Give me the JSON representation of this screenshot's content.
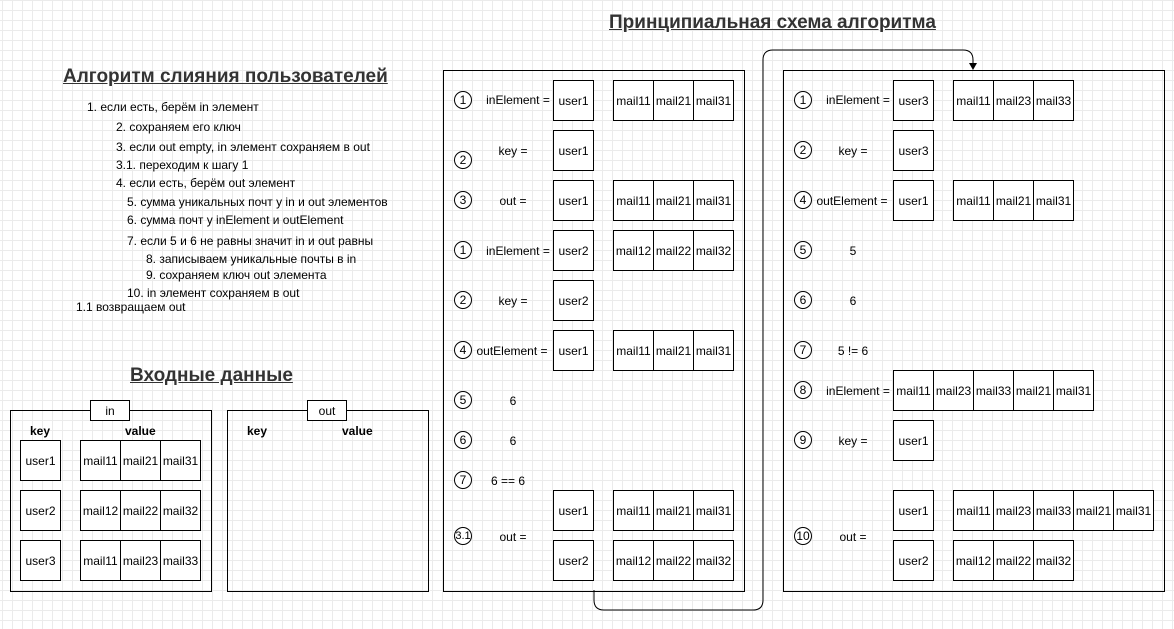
{
  "main_title": "Принципиальная схема алгоритма",
  "algorithm": {
    "title": "Алгоритм слияния пользователей",
    "steps": [
      "1. если есть, берём in элемент",
      "2. сохраняем его ключ",
      "3. если out empty, in элемент сохраняем в out",
      "3.1. переходим к шагу 1",
      "4. если есть, берём out элемент",
      "5. сумма уникальных почт у in и out элементов",
      "6. сумма почт у inElement и outElement",
      "7. если 5 и 6 не равны значит in и out равны",
      "8. записываем уникальные почты в in",
      "9. сохраняем ключ out элемента",
      "10. in элемент сохраняем в out",
      "1.1 возвращаем out"
    ]
  },
  "input": {
    "title": "Входные данные",
    "in_label": "in",
    "out_label": "out",
    "key_header": "key",
    "value_header": "value",
    "rows": [
      {
        "key": "user1",
        "mails": [
          "mail11",
          "mail21",
          "mail31"
        ]
      },
      {
        "key": "user2",
        "mails": [
          "mail12",
          "mail22",
          "mail32"
        ]
      },
      {
        "key": "user3",
        "mails": [
          "mail11",
          "mail23",
          "mail33"
        ]
      }
    ]
  },
  "scheme1": {
    "r1": {
      "n": "1",
      "label": "inElement =",
      "key": "user1",
      "mails": [
        "mail11",
        "mail21",
        "mail31"
      ]
    },
    "r2": {
      "n": "2",
      "label": "key =",
      "key": "user1"
    },
    "r3": {
      "n": "3",
      "label": "out =",
      "key": "user1",
      "mails": [
        "mail11",
        "mail21",
        "mail31"
      ]
    },
    "r4": {
      "n": "1",
      "label": "inElement =",
      "key": "user2",
      "mails": [
        "mail12",
        "mail22",
        "mail32"
      ]
    },
    "r5": {
      "n": "2",
      "label": "key =",
      "key": "user2"
    },
    "r6": {
      "n": "4",
      "label": "outElement =",
      "key": "user1",
      "mails": [
        "mail11",
        "mail21",
        "mail31"
      ]
    },
    "r7": {
      "n": "5",
      "value": "6"
    },
    "r8": {
      "n": "6",
      "value": "6"
    },
    "r9": {
      "n": "7",
      "value": "6 == 6"
    },
    "r10": {
      "n": "3.1",
      "label": "out =",
      "rows": [
        {
          "key": "user1",
          "mails": [
            "mail11",
            "mail21",
            "mail31"
          ]
        },
        {
          "key": "user2",
          "mails": [
            "mail12",
            "mail22",
            "mail32"
          ]
        }
      ]
    }
  },
  "scheme2": {
    "r1": {
      "n": "1",
      "label": "inElement =",
      "key": "user3",
      "mails": [
        "mail11",
        "mail23",
        "mail33"
      ]
    },
    "r2": {
      "n": "2",
      "label": "key =",
      "key": "user3"
    },
    "r3": {
      "n": "4",
      "label": "outElement =",
      "key": "user1",
      "mails": [
        "mail11",
        "mail21",
        "mail31"
      ]
    },
    "r4": {
      "n": "5",
      "value": "5"
    },
    "r5": {
      "n": "6",
      "value": "6"
    },
    "r6": {
      "n": "7",
      "value": "5 != 6"
    },
    "r7": {
      "n": "8",
      "label": "inElement =",
      "mails": [
        "mail11",
        "mail23",
        "mail33",
        "mail21",
        "mail31"
      ]
    },
    "r8": {
      "n": "9",
      "label": "key =",
      "key": "user1"
    },
    "r9": {
      "n": "10",
      "label": "out =",
      "row1": {
        "key": "user1",
        "mails": [
          "mail11",
          "mail23",
          "mail33",
          "mail21",
          "mail31"
        ]
      },
      "row2": {
        "key": "user2",
        "mails": [
          "mail12",
          "mail22",
          "mail32"
        ]
      }
    }
  }
}
